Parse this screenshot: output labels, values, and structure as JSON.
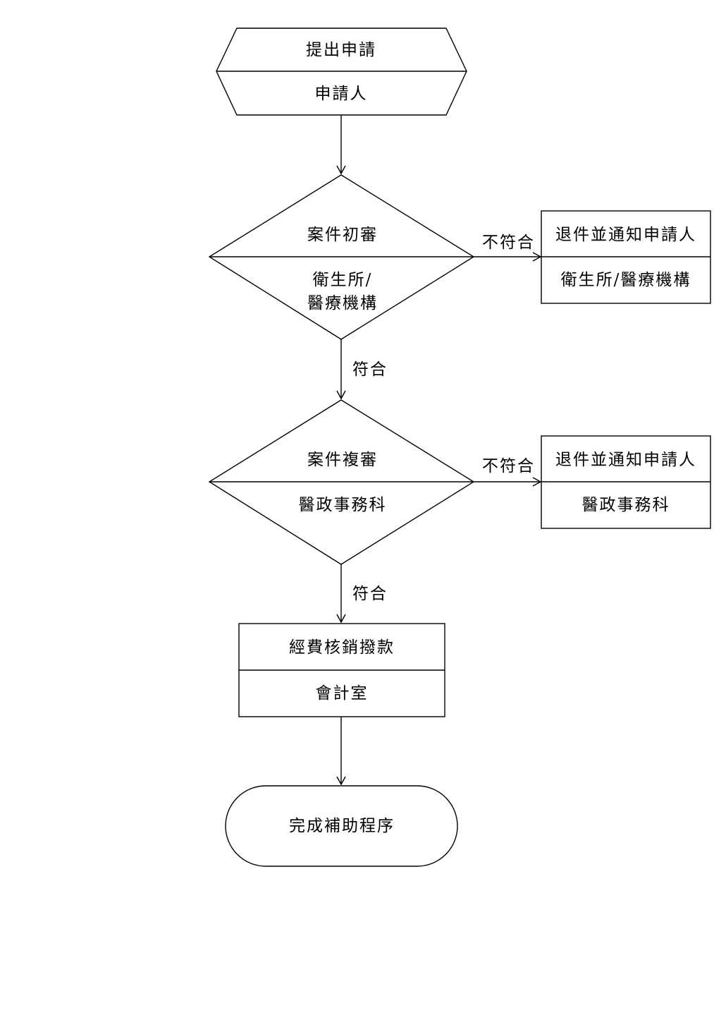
{
  "start": {
    "title": "提出申請",
    "role": "申請人"
  },
  "review1": {
    "title": "案件初審",
    "role_line1": "衛生所/",
    "role_line2": "醫療機構"
  },
  "reject1": {
    "title": "退件並通知申請人",
    "role": "衛生所/醫療機構"
  },
  "review2": {
    "title": "案件複審",
    "role": "醫政事務科"
  },
  "reject2": {
    "title": "退件並通知申請人",
    "role": "醫政事務科"
  },
  "payment": {
    "title": "經費核銷撥款",
    "role": "會計室"
  },
  "end": {
    "title": "完成補助程序"
  },
  "edges": {
    "reject1": "不符合",
    "pass1": "符合",
    "reject2": "不符合",
    "pass2": "符合"
  }
}
